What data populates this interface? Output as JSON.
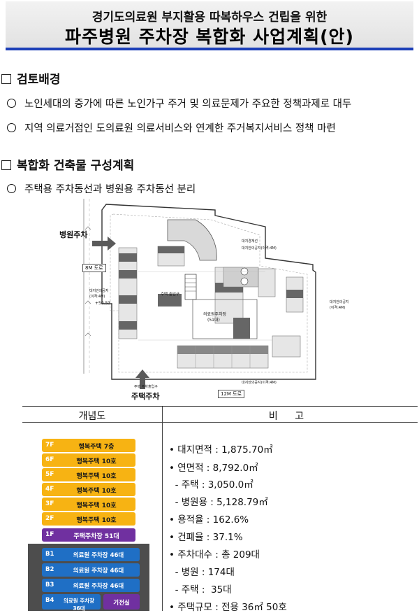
{
  "header": {
    "line1": "경기도의료원 부지활용 따복하우스 건립을 위한",
    "line2": "파주병원 주차장 복합화 사업계획(안)"
  },
  "section1": {
    "title": "검토배경",
    "bullets": [
      "노인세대의 증가에 따른 노인가구 주거 및 의료문제가 주요한 정책과제로 대두",
      "지역 의료거점인 도의료원 의료서비스와 연계한 주거복지서비스 정책 마련"
    ]
  },
  "section2": {
    "title": "복합화 건축물 구성계획",
    "bullet": "주택용 주차동선과 병원용 주차동선 분리"
  },
  "plan": {
    "hospital_label": "병원주차",
    "housing_label": "주택주차",
    "road_8m": "8M 도로",
    "road_12m": "12M 도로",
    "center_label": "의료원주차장",
    "center_sub": "(51대)",
    "entrance": "주택 출입구",
    "level": "+50.53",
    "note_top1": "대지경계선",
    "note_top2": "대지안의공지(이격:4M)",
    "note_left1": "대지안의공지",
    "note_left2": "(이격:4M)",
    "note_right1": "대지안의공지",
    "note_right2": "(이격:4M)",
    "note_bottom": "대지안의공지(이격:4M)",
    "note_entry": "주택 주차출입구"
  },
  "table": {
    "col1": "개념도",
    "col2": "비 고",
    "floors": [
      {
        "level": "7F",
        "label": "행복주택 7층"
      },
      {
        "level": "6F",
        "label": "행복주택 10호"
      },
      {
        "level": "5F",
        "label": "행복주택 10호"
      },
      {
        "level": "4F",
        "label": "행복주택 10호"
      },
      {
        "level": "3F",
        "label": "행복주택 10호"
      },
      {
        "level": "2F",
        "label": "행복주택 10호"
      },
      {
        "level": "1F",
        "label": "주택주차장 51대"
      }
    ],
    "basements": [
      {
        "level": "B1",
        "label": "의료원 주차장 46대"
      },
      {
        "level": "B2",
        "label": "의료원 주차장 46대"
      },
      {
        "level": "B3",
        "label": "의료원 주차장 46대"
      },
      {
        "level": "B4",
        "label": "의료원 주차장 36대",
        "extra": "기전실"
      }
    ],
    "notes": [
      "• 대지면적 : 1,875.70㎡",
      "• 연면적 : 8,792.0㎡",
      "  - 주택 : 3,050.0㎡",
      "  - 병원용 : 5,128.79㎡",
      "• 용적율 : 162.6%",
      "• 건폐율 : 37.1%",
      "• 주차대수 : 총 209대",
      "  - 병원 : 174대",
      "  - 주택 :  35대",
      "• 주택규모 : 전용 36㎡ 50호"
    ]
  },
  "colors": {
    "accent": "#1d3fb8",
    "floor": "#f7b313",
    "purple": "#7030a0",
    "basement": "#1f6fc5"
  }
}
